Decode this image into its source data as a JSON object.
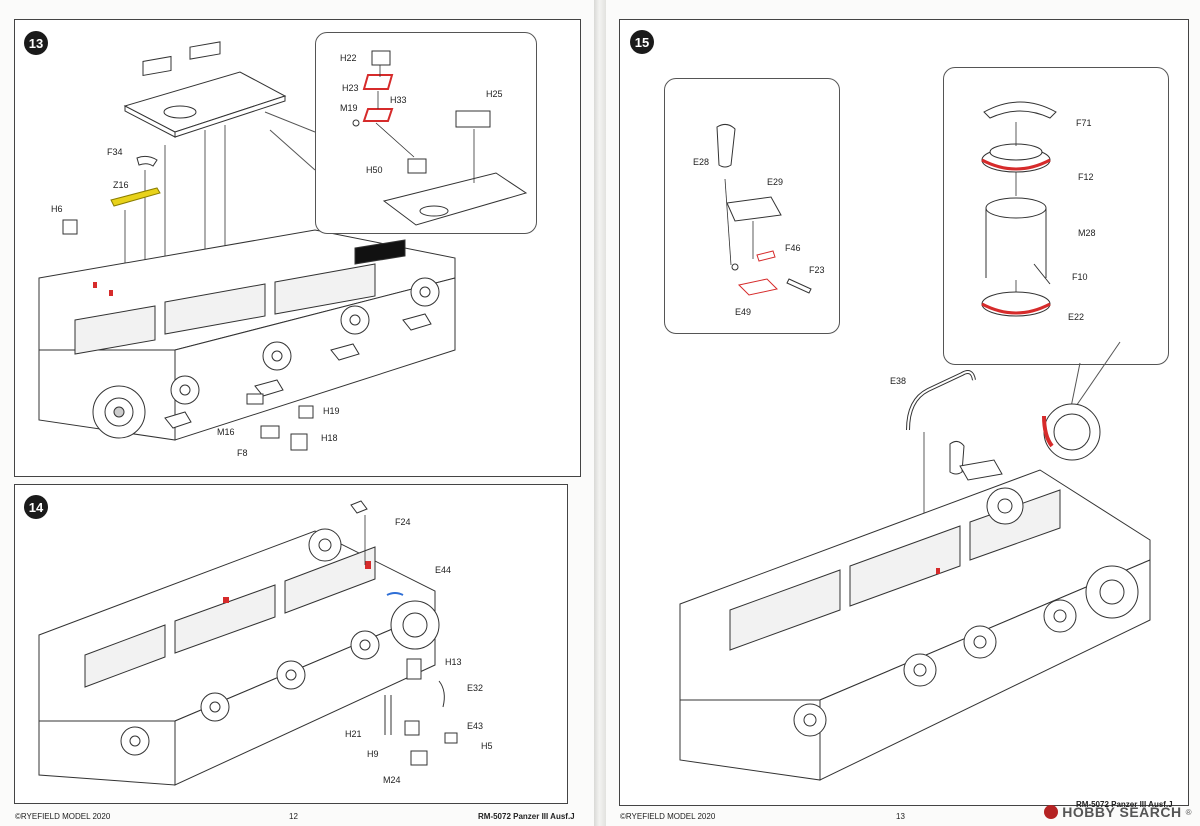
{
  "left_page": {
    "step13": {
      "number": "13",
      "parts": [
        "H22",
        "H23",
        "M19",
        "H33",
        "H25",
        "H50",
        "F34",
        "Z16",
        "H6",
        "H19",
        "M16",
        "H18",
        "F8"
      ]
    },
    "step14": {
      "number": "14",
      "parts": [
        "F24",
        "E44",
        "H13",
        "E32",
        "E43",
        "H5",
        "H21",
        "H9",
        "M24"
      ]
    },
    "footer": {
      "copyright": "©RYEFIELD MODEL 2020",
      "page_number": "12",
      "product": "RM-5072 Panzer III Ausf.J"
    }
  },
  "right_page": {
    "step15": {
      "number": "15",
      "parts": [
        "E28",
        "E29",
        "F46",
        "F23",
        "E49",
        "F71",
        "F12",
        "M28",
        "F10",
        "E22",
        "E38"
      ]
    },
    "footer": {
      "copyright": "©RYEFIELD MODEL 2020",
      "page_number": "13",
      "product": "RM-5072 Panzer III Ausf.J"
    },
    "watermark": "HOBBY SEARCH",
    "watermark_reg": "®"
  },
  "colors": {
    "highlight_red": "#d62b2b",
    "highlight_yellow": "#e8d21a",
    "highlight_blue": "#2f6fd6",
    "line": "#333333"
  }
}
